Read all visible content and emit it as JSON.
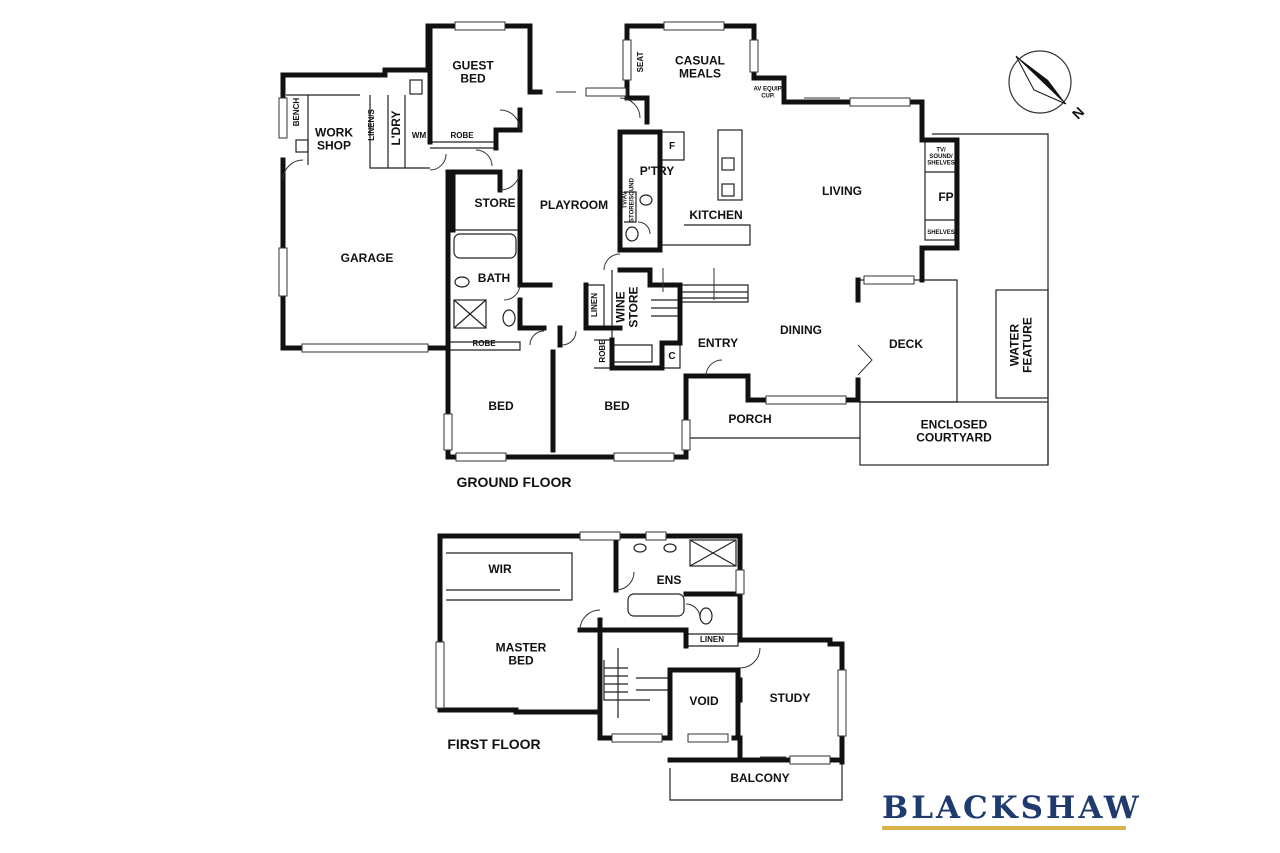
{
  "plan": {
    "ground_floor": {
      "title": "GROUND FLOOR",
      "rooms": {
        "guest_bed": "GUEST\nBED",
        "casual_meals": "CASUAL\nMEALS",
        "seat": "SEAT",
        "av_equip": "AV EQUIP.\nCUP.",
        "bench": "BENCH",
        "work_shop": "WORK\nSHOP",
        "linen_s": "LINEN/S",
        "laundry": "L'DRY",
        "wm": "WM",
        "robe_guest": "ROBE",
        "pantry": "P'TRY",
        "fridge": "F",
        "tv_sound": "TV/AV\nSTORE/SOUND",
        "kitchen": "KITCHEN",
        "living": "LIVING",
        "tv_shelves": "TV/\nSOUND/\nSHELVES",
        "fp": "FP",
        "shelves": "SHELVES",
        "store": "STORE",
        "playroom": "PLAYROOM",
        "garage": "GARAGE",
        "bath": "BATH",
        "linen": "LINEN",
        "wine_store": "WINE\nSTORE",
        "robe_bath": "ROBE",
        "robe_bed2": "ROBE",
        "cupboard": "C",
        "entry": "ENTRY",
        "dining": "DINING",
        "deck": "DECK",
        "water_feature": "WATER\nFEATURE",
        "bed_1": "BED",
        "bed_2": "BED",
        "porch": "PORCH",
        "courtyard": "ENCLOSED\nCOURTYARD"
      }
    },
    "first_floor": {
      "title": "FIRST FLOOR",
      "rooms": {
        "wir": "WIR",
        "ens": "ENS",
        "linen": "LINEN",
        "master_bed": "MASTER\nBED",
        "void": "VOID",
        "study": "STUDY",
        "balcony": "BALCONY"
      }
    },
    "north_label": "N",
    "north_icon": "compass-arrow-icon"
  },
  "brand": {
    "name": "BLACKSHAW",
    "color": "#1f3a6e",
    "underline_color": "#d9b24a"
  }
}
